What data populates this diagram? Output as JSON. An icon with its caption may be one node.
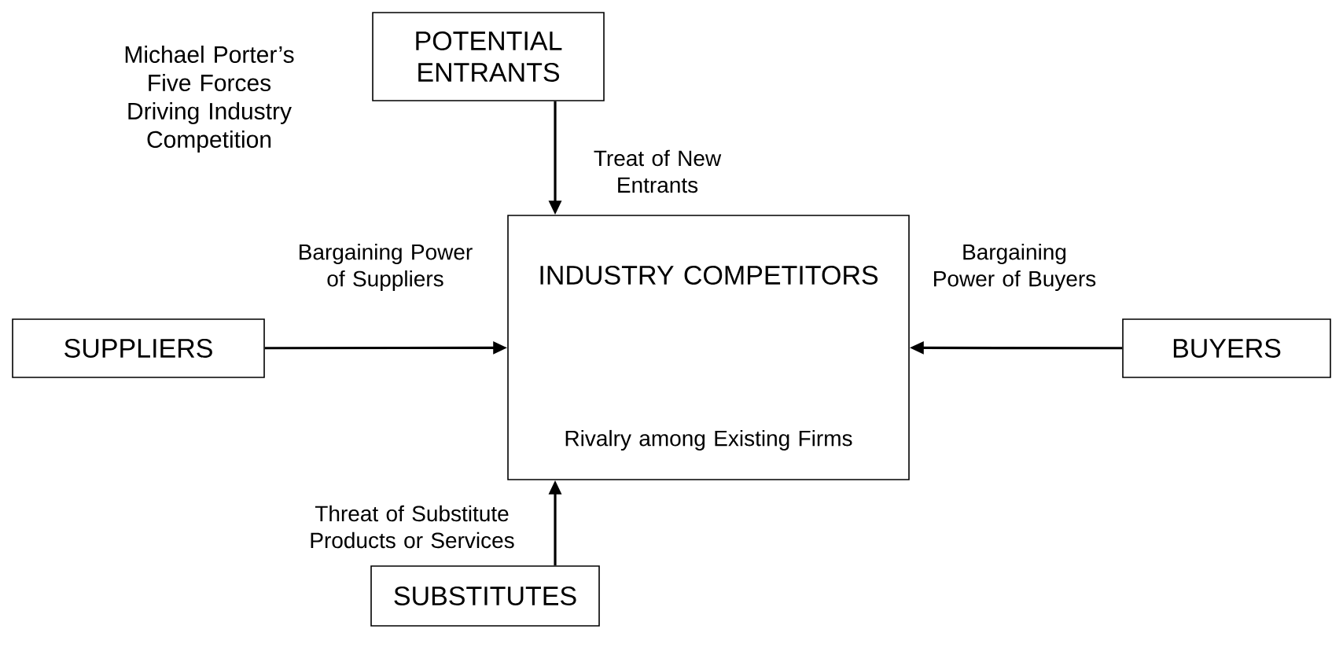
{
  "diagram": {
    "title": "Michael Porter’s Five Forces Driving Industry Competition",
    "nodes": [
      {
        "text": [
          "POTENTIAL ENTRANTS"
        ]
      },
      {
        "text": [
          "INDUSTRY COMPETITORS",
          "Rivalry among Existing Firms"
        ]
      },
      {
        "text": [
          "SUPPLIERS"
        ]
      },
      {
        "text": [
          "BUYERS"
        ]
      },
      {
        "text": [
          "SUBSTITUTES"
        ]
      }
    ],
    "edges": [
      {
        "from": 0,
        "to": 1,
        "arrow": "to",
        "label": "Treat of New Entrants"
      },
      {
        "from": 2,
        "to": 1,
        "arrow": "to",
        "label": "Bargaining Power of Suppliers"
      },
      {
        "from": 3,
        "to": 1,
        "arrow": "to",
        "label": "Bargaining Power of Buyers"
      },
      {
        "from": 4,
        "to": 1,
        "arrow": "to",
        "label": "Threat of Substitute Products or Services"
      }
    ]
  }
}
